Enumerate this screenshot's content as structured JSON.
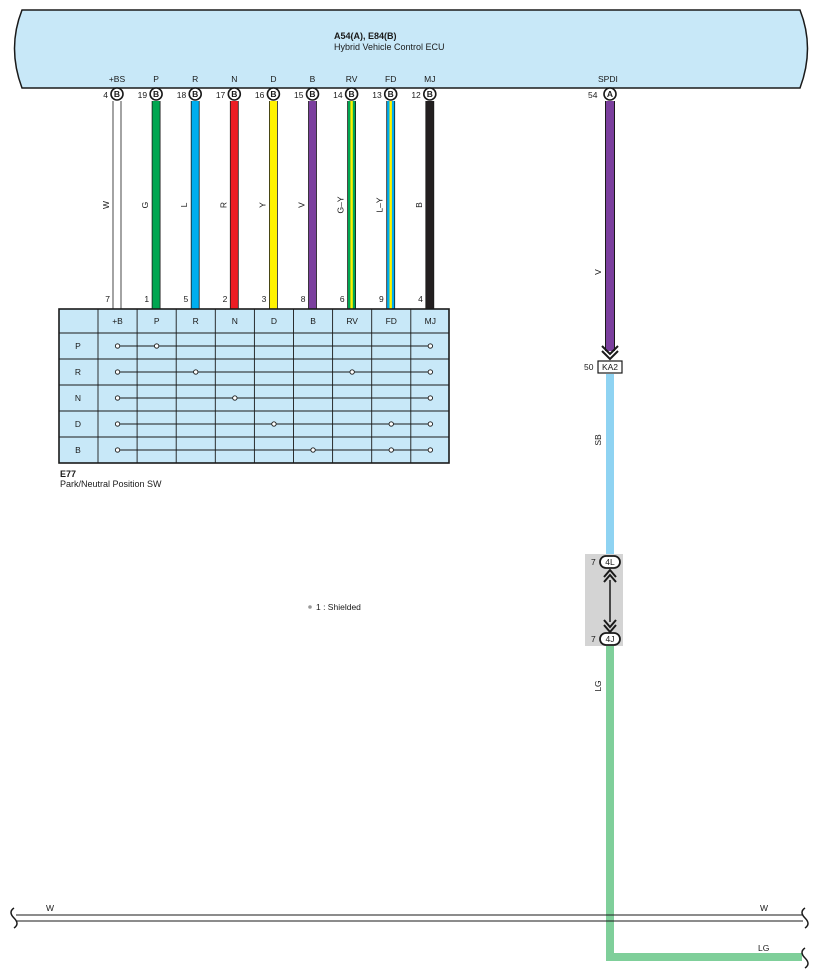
{
  "ecu": {
    "title": "A54(A), E84(B)",
    "subtitle": "Hybrid Vehicle Control ECU",
    "fill": "#c8e8f8"
  },
  "wires": [
    {
      "term": "+BS",
      "pin": "4",
      "conn": "B",
      "color_code": "W",
      "sw_pin": "7",
      "stroke": "#ffffff",
      "stripe": null
    },
    {
      "term": "P",
      "pin": "19",
      "conn": "B",
      "color_code": "G",
      "sw_pin": "1",
      "stroke": "#00a651",
      "stripe": null
    },
    {
      "term": "R",
      "pin": "18",
      "conn": "B",
      "color_code": "L",
      "sw_pin": "5",
      "stroke": "#00aeef",
      "stripe": null
    },
    {
      "term": "N",
      "pin": "17",
      "conn": "B",
      "color_code": "R",
      "sw_pin": "2",
      "stroke": "#ed1c24",
      "stripe": null
    },
    {
      "term": "D",
      "pin": "16",
      "conn": "B",
      "color_code": "Y",
      "sw_pin": "3",
      "stroke": "#fff200",
      "stripe": null
    },
    {
      "term": "B",
      "pin": "15",
      "conn": "B",
      "color_code": "V",
      "sw_pin": "8",
      "stroke": "#7b3f9e",
      "stripe": null
    },
    {
      "term": "RV",
      "pin": "14",
      "conn": "B",
      "color_code": "G–Y",
      "sw_pin": "6",
      "stroke": "#00a651",
      "stripe": "#fff200"
    },
    {
      "term": "FD",
      "pin": "13",
      "conn": "B",
      "color_code": "L–Y",
      "sw_pin": "9",
      "stroke": "#00aeef",
      "stripe": "#fff200"
    },
    {
      "term": "MJ",
      "pin": "12",
      "conn": "B",
      "color_code": "B",
      "sw_pin": "4",
      "stroke": "#231f20",
      "stripe": null
    }
  ],
  "spdi": {
    "term": "SPDI",
    "pin": "54",
    "conn": "A",
    "color_code_1": "V",
    "stroke_1": "#7b3f9e",
    "junction": {
      "pin": "50",
      "label": "KA2"
    },
    "color_code_2": "SB",
    "stroke_2": "#8fd3f2",
    "conn_top": {
      "pin": "7",
      "label": "4L"
    },
    "conn_bottom": {
      "pin": "7",
      "label": "4J"
    },
    "color_code_3": "LG",
    "stroke_3": "#7fcf9a"
  },
  "switch_table": {
    "columns": [
      "+B",
      "P",
      "R",
      "N",
      "D",
      "B",
      "RV",
      "FD",
      "MJ"
    ],
    "rows": [
      {
        "label": "P",
        "dots": [
          "+B",
          "P",
          "MJ"
        ]
      },
      {
        "label": "R",
        "dots": [
          "+B",
          "R",
          "RV",
          "MJ"
        ]
      },
      {
        "label": "N",
        "dots": [
          "+B",
          "N",
          "MJ"
        ]
      },
      {
        "label": "D",
        "dots": [
          "+B",
          "D",
          "FD",
          "MJ"
        ]
      },
      {
        "label": "B",
        "dots": [
          "+B",
          "B",
          "FD",
          "MJ"
        ]
      }
    ],
    "fill": "#c8e8f8"
  },
  "component": {
    "id": "E77",
    "name": "Park/Neutral Position SW"
  },
  "note": "1 : Shielded",
  "bottom_bus": {
    "left_label": "W",
    "right_label_w": "W",
    "right_label_lg": "LG"
  }
}
